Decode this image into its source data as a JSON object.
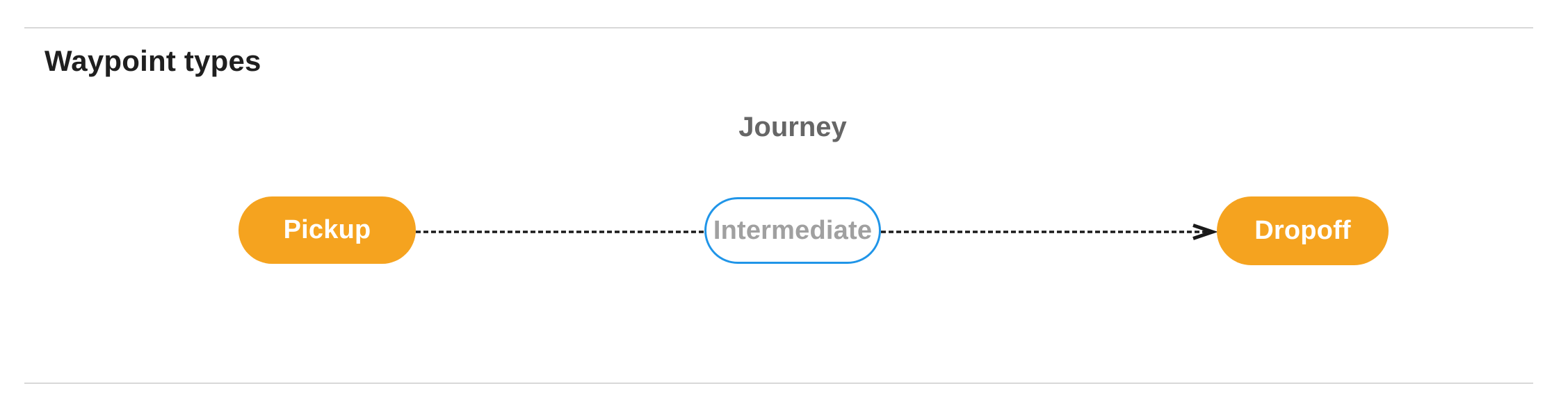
{
  "page": {
    "title": "Waypoint types"
  },
  "diagram": {
    "group_label": "Journey",
    "nodes": [
      {
        "id": "pickup",
        "label": "Pickup",
        "shape": "pill",
        "fill": "#F5A31F",
        "text_color": "#FFFFFF",
        "border_color": "#F5A31F"
      },
      {
        "id": "intermediate",
        "label": "Intermediate",
        "shape": "pill",
        "fill": "#FFFFFF",
        "text_color": "#A0A0A0",
        "border_color": "#2095E8"
      },
      {
        "id": "dropoff",
        "label": "Dropoff",
        "shape": "pill",
        "fill": "#F5A31F",
        "text_color": "#FFFFFF",
        "border_color": "#F5A31F"
      }
    ],
    "edges": [
      {
        "from": "pickup",
        "to": "intermediate",
        "style": "dashed",
        "arrowhead": false
      },
      {
        "from": "intermediate",
        "to": "dropoff",
        "style": "dashed",
        "arrowhead": true
      }
    ]
  },
  "colors": {
    "background": "#FFFFFF",
    "heading_text": "#1F1F1F",
    "journey_label": "#666666",
    "node_fill_orange": "#F5A31F",
    "node_border_blue": "#2095E8",
    "node_text_white": "#FFFFFF",
    "intermediate_text": "#A0A0A0",
    "edge": "#1A1A1A",
    "divider": "#D8D8D8"
  }
}
